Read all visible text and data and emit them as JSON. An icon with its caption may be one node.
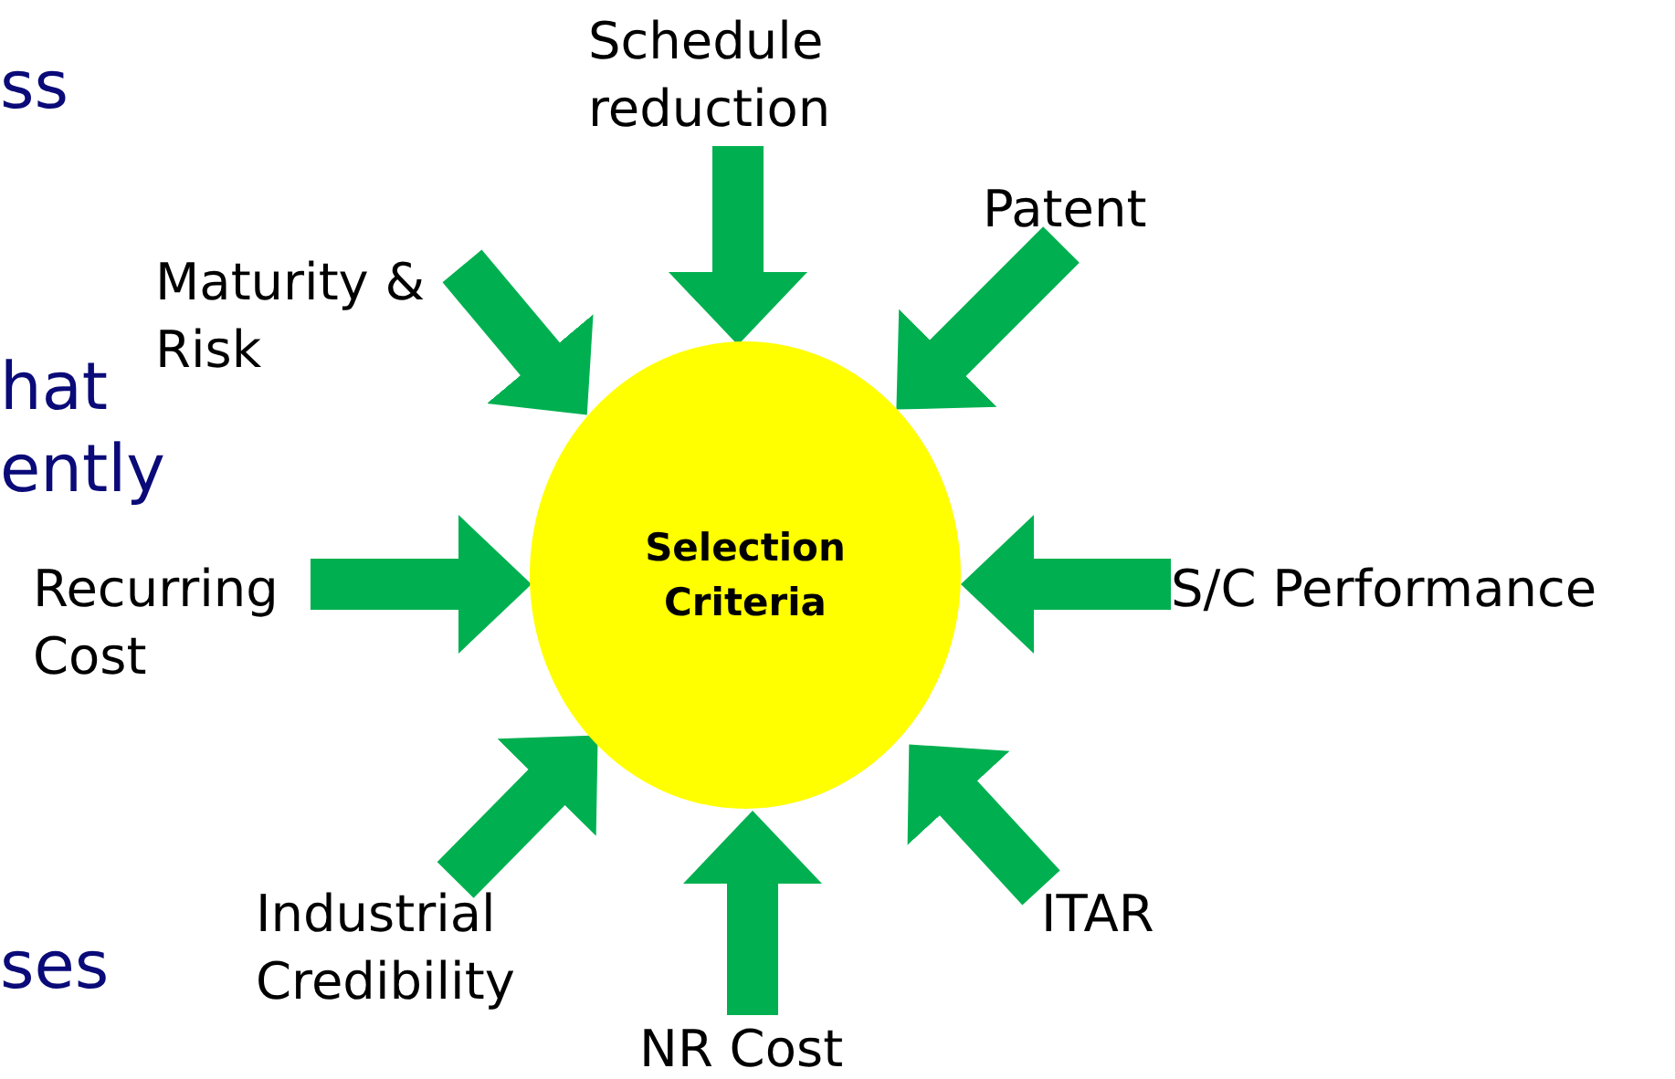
{
  "diagram": {
    "nodes": [
      {
        "text": [
          "Selection Criteria"
        ]
      },
      {
        "text": [
          "Schedule reduction"
        ]
      },
      {
        "text": [
          "Patent"
        ]
      },
      {
        "text": [
          "Maturity & Risk"
        ]
      },
      {
        "text": [
          "Recurring Cost"
        ]
      },
      {
        "text": [
          "S/C Performance"
        ]
      },
      {
        "text": [
          "Industrial Credibility"
        ]
      },
      {
        "text": [
          "NR Cost"
        ]
      },
      {
        "text": [
          "ITAR"
        ]
      }
    ],
    "edges": [
      {
        "from": 1,
        "to": 0,
        "arrow": "to"
      },
      {
        "from": 2,
        "to": 0,
        "arrow": "to"
      },
      {
        "from": 3,
        "to": 0,
        "arrow": "to"
      },
      {
        "from": 4,
        "to": 0,
        "arrow": "to"
      },
      {
        "from": 5,
        "to": 0,
        "arrow": "to"
      },
      {
        "from": 6,
        "to": 0,
        "arrow": "to"
      },
      {
        "from": 7,
        "to": 0,
        "arrow": "to"
      },
      {
        "from": 8,
        "to": 0,
        "arrow": "to"
      }
    ],
    "labels": [
      "ss",
      "hat",
      "ently",
      "ses"
    ]
  }
}
